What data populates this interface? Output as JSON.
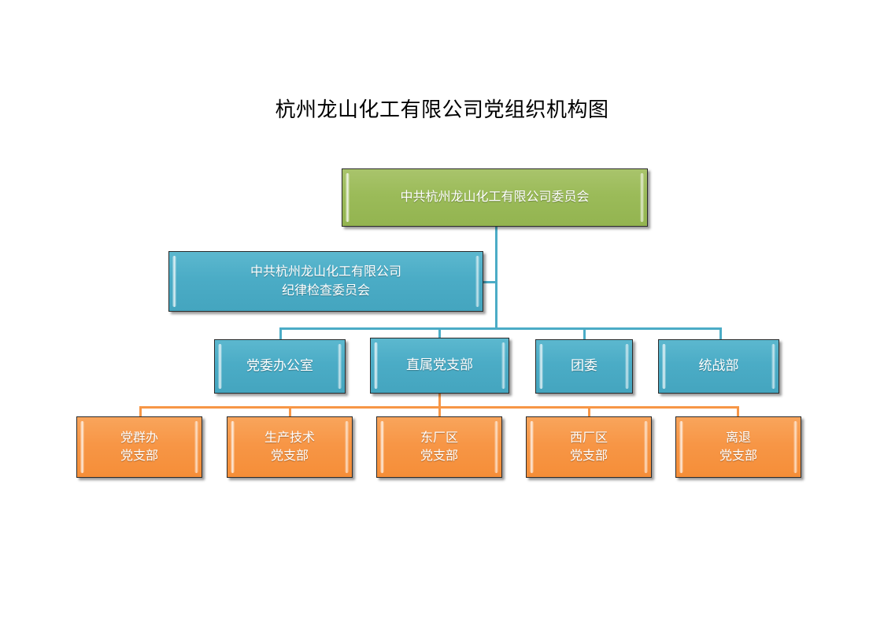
{
  "page": {
    "title": "杭州龙山化工有限公司党组织机构图",
    "background_color": "#FFFFFF"
  },
  "colors": {
    "green": "#9BBB59",
    "blue": "#4BACC6",
    "orange": "#F79646",
    "outline": "#2B2B2B",
    "text": "#FFFFFF",
    "title_text": "#000000"
  },
  "chart_data": {
    "type": "diagram",
    "diagram_kind": "organization-chart",
    "title": "杭州龙山化工有限公司党组织机构图",
    "nodes": [
      {
        "id": "committee",
        "level": 0,
        "color": "#9BBB59",
        "lines": [
          "中共杭州龙山化工有限公司委员会"
        ]
      },
      {
        "id": "discipline",
        "level": 1,
        "color": "#4BACC6",
        "lines": [
          "中共杭州龙山化工有限公司",
          "纪律检查委员会"
        ]
      },
      {
        "id": "party-office",
        "level": 2,
        "color": "#4BACC6",
        "lines": [
          "党委办公室"
        ]
      },
      {
        "id": "direct-branch",
        "level": 2,
        "color": "#4BACC6",
        "lines": [
          "直属党支部"
        ]
      },
      {
        "id": "youth-league",
        "level": 2,
        "color": "#4BACC6",
        "lines": [
          "团委"
        ]
      },
      {
        "id": "united-front",
        "level": 2,
        "color": "#4BACC6",
        "lines": [
          "统战部"
        ]
      },
      {
        "id": "mass-work-branch",
        "level": 3,
        "color": "#F79646",
        "lines": [
          "党群办",
          "党支部"
        ]
      },
      {
        "id": "production-tech-branch",
        "level": 3,
        "color": "#F79646",
        "lines": [
          "生产技术",
          "党支部"
        ]
      },
      {
        "id": "east-plant-branch",
        "level": 3,
        "color": "#F79646",
        "lines": [
          "东厂区",
          "党支部"
        ]
      },
      {
        "id": "west-plant-branch",
        "level": 3,
        "color": "#F79646",
        "lines": [
          "西厂区",
          "党支部"
        ]
      },
      {
        "id": "retired-branch",
        "level": 3,
        "color": "#F79646",
        "lines": [
          "离退",
          "党支部"
        ]
      }
    ],
    "edges": [
      {
        "from": "committee",
        "to": "discipline",
        "color": "#4BACC6"
      },
      {
        "from": "committee",
        "to": "party-office",
        "color": "#4BACC6"
      },
      {
        "from": "committee",
        "to": "direct-branch",
        "color": "#4BACC6"
      },
      {
        "from": "committee",
        "to": "youth-league",
        "color": "#4BACC6"
      },
      {
        "from": "committee",
        "to": "united-front",
        "color": "#4BACC6"
      },
      {
        "from": "direct-branch",
        "to": "mass-work-branch",
        "color": "#F79646"
      },
      {
        "from": "direct-branch",
        "to": "production-tech-branch",
        "color": "#F79646"
      },
      {
        "from": "direct-branch",
        "to": "east-plant-branch",
        "color": "#F79646"
      },
      {
        "from": "direct-branch",
        "to": "west-plant-branch",
        "color": "#F79646"
      },
      {
        "from": "direct-branch",
        "to": "retired-branch",
        "color": "#F79646"
      }
    ]
  },
  "nodes": {
    "committee": {
      "line1": "中共杭州龙山化工有限公司委员会"
    },
    "discipline": {
      "line1": "中共杭州龙山化工有限公司",
      "line2": "纪律检查委员会"
    },
    "party_office": {
      "line1": "党委办公室"
    },
    "direct_branch": {
      "line1": "直属党支部"
    },
    "youth_league": {
      "line1": "团委"
    },
    "united_front": {
      "line1": "统战部"
    },
    "mass_work": {
      "line1": "党群办",
      "line2": "党支部"
    },
    "production_tech": {
      "line1": "生产技术",
      "line2": "党支部"
    },
    "east_plant": {
      "line1": "东厂区",
      "line2": "党支部"
    },
    "west_plant": {
      "line1": "西厂区",
      "line2": "党支部"
    },
    "retired": {
      "line1": "离退",
      "line2": "党支部"
    }
  }
}
